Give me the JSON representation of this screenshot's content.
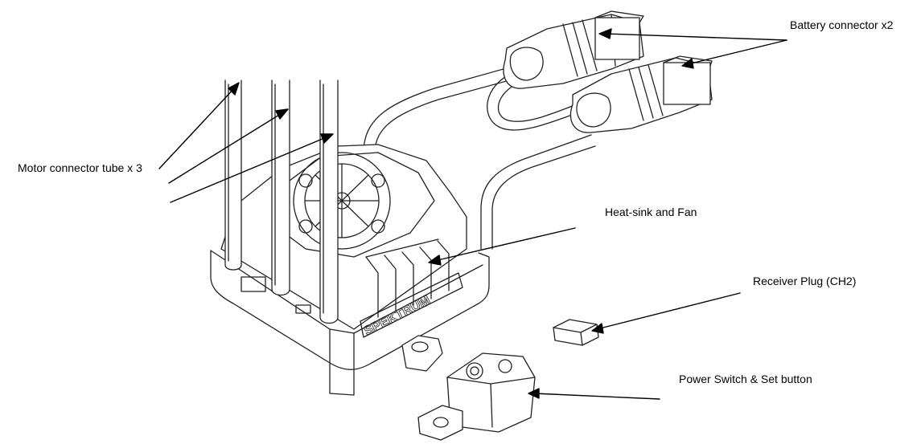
{
  "labels": {
    "battery_connector": "Battery connector x2",
    "motor_connector": "Motor connector tube x 3",
    "heatsink_fan": "Heat-sink and Fan",
    "receiver_plug": "Receiver Plug (CH2)",
    "power_switch": "Power Switch & Set button"
  },
  "brand_text": "SPEKTRUM",
  "colors": {
    "line": "#222222",
    "background": "#ffffff"
  }
}
